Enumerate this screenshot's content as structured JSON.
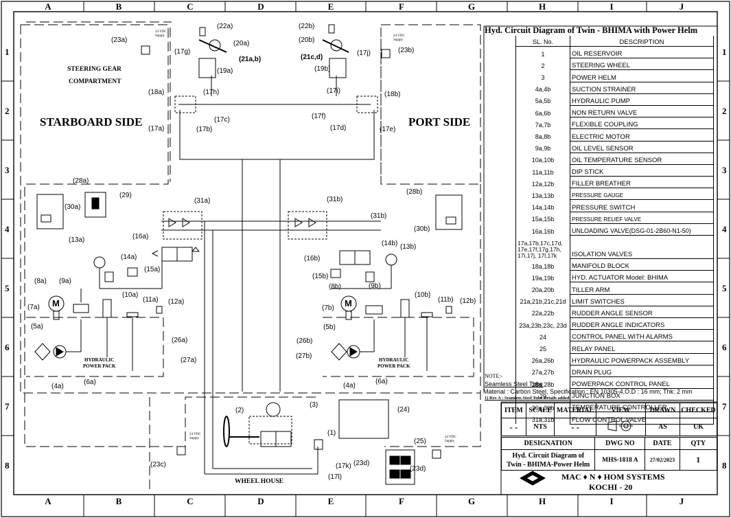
{
  "grid": {
    "columns": [
      "A",
      "B",
      "C",
      "D",
      "E",
      "F",
      "G",
      "H",
      "I",
      "J"
    ],
    "rows": [
      "1",
      "2",
      "3",
      "4",
      "5",
      "6",
      "7",
      "8"
    ]
  },
  "diagram": {
    "title": "Hyd. Circuit Diagram of  Twin - BHIMA with Power Helm",
    "compartment_label_line1": "STEERING GEAR",
    "compartment_label_line2": "COMPARTMENT",
    "starboard_label": "STARBOARD SIDE",
    "port_label": "PORT SIDE",
    "wheel_house_label": "WHEEL HOUSE",
    "supply_label_line1": "24 VDC",
    "supply_label_line2": "Supply",
    "powerpack_label_line1": "HYDRAULIC",
    "powerpack_label_line2": "POWER PACK",
    "callouts": {
      "c22a": "(22a)",
      "c20a": "(20a)",
      "c21ab": "(21a,b)",
      "c23a": "(23a)",
      "c17g": "(17g)",
      "c19a": "(19a)",
      "c17h": "(17h)",
      "c18a": "(18a)",
      "c17c": "(17c)",
      "c17a": "(17a)",
      "c17b": "(17b)",
      "c22b": "(22b)",
      "c20b": "(20b)",
      "c21cd": "(21c,d)",
      "c17j": "(17j)",
      "c23b": "(23b)",
      "c19b": "(19b)",
      "c17i": "(17i)",
      "c18b": "(18b)",
      "c17f": "(17f)",
      "c17d": "(17d)",
      "c17e": "(17e)",
      "c28a": "(28a)",
      "c29": "(29)",
      "c30a": "(30a)",
      "c31a": "(31a)",
      "c31b": "(31b)",
      "c31b2": "(31b)",
      "c28b": "(28b)",
      "c30b": "(30b)",
      "c16a": "(16a)",
      "c16b": "(16b)",
      "c13a": "(13a)",
      "c14a": "(14a)",
      "c15a": "(15a)",
      "c14b": "(14b)",
      "c13b": "(13b)",
      "c15b": "(15b)",
      "c8a": "(8a)",
      "c9a": "(9a)",
      "c10a": "(10a)",
      "c11a": "(11a)",
      "c12a": "(12a)",
      "c7a": "(7a)",
      "c5a": "(5a)",
      "c6a": "(6a)",
      "c4a": "(4a)",
      "c26a": "(26a)",
      "c27a": "(27a)",
      "c8b": "(8b)",
      "c9b": "(9b)",
      "c10b": "(10b)",
      "c11b": "(11b)",
      "c12b": "(12b)",
      "c7b": "(7b)",
      "c5b": "(5b)",
      "c26b": "(26b)",
      "c27b": "(27b)",
      "c4a2": "(4a)",
      "c6a2": "(6a)",
      "c2": "(2)",
      "c3": "(3)",
      "c24": "(24)",
      "c1": "(1)",
      "c25": "(25)",
      "c23c": "(23c)",
      "c23d": "(23d)",
      "c17k": "(17k)",
      "c17l": "(17l)",
      "c23d2": "(23d)"
    }
  },
  "legend": {
    "header_no": "SL. No.",
    "header_desc": "DESCRIPTION",
    "rows": [
      {
        "no": "1",
        "desc": "OIL RESERVOIR"
      },
      {
        "no": "2",
        "desc": "STEERING WHEEL"
      },
      {
        "no": "3",
        "desc": "POWER HELM"
      },
      {
        "no": "4a,4b",
        "desc": "SUCTION STRAINER"
      },
      {
        "no": "5a,5b",
        "desc": "HYDRAULIC PUMP"
      },
      {
        "no": "6a,6b",
        "desc": "NON RETURN VALVE"
      },
      {
        "no": "7a,7b",
        "desc": "FLEXIBLE COUPLING"
      },
      {
        "no": "8a,8b",
        "desc": "ELECTRIC MOTOR"
      },
      {
        "no": "9a,9b",
        "desc": "OIL LEVEL SENSOR"
      },
      {
        "no": "10a,10b",
        "desc": "OIL TEMPERATURE SENSOR"
      },
      {
        "no": "11a,11b",
        "desc": "DIP STICK"
      },
      {
        "no": "12a,12b",
        "desc": "FILLER BREATHER"
      },
      {
        "no": "13a,13b",
        "desc": "PRESSURE GAUGE"
      },
      {
        "no": "14a,14b",
        "desc": "PRESSURE SWITCH"
      },
      {
        "no": "15a,15b",
        "desc": "PRESSURE RELIEF VALVE"
      },
      {
        "no": "16a,16b",
        "desc": "UNLOADING VALVE(DSG-01-2B60-N1-50)"
      },
      {
        "no": "17a,17b,17c,17d, 17e,17f,17g,17h, 17i,17j, 17l,17k",
        "desc": "ISOLATION VALVES"
      },
      {
        "no": "18a,18b",
        "desc": " MANIFOLD BLOCK"
      },
      {
        "no": "19a,19b",
        "desc": "HYD. ACTUATOR Model: BHIMA"
      },
      {
        "no": "20a,20b",
        "desc": "TILLER ARM"
      },
      {
        "no": "21a,21b,21c,21d",
        "desc": "LIMIT SWITCHES"
      },
      {
        "no": "22a,22b",
        "desc": "RUDDER ANGLE SENSOR"
      },
      {
        "no": "23a,23b,23c, 23d",
        "desc": "RUDDER ANGLE INDICATORS"
      },
      {
        "no": "24",
        "desc": "CONTROL PANEL WITH ALARMS"
      },
      {
        "no": "25",
        "desc": "RELAY PANEL"
      },
      {
        "no": "26a,26b",
        "desc": "HYDRAULIC POWERPACK ASSEMBLY"
      },
      {
        "no": "27a,27b",
        "desc": "DRAIN PLUG"
      },
      {
        "no": "28a,28b",
        "desc": "POWERPACK CONTROL PANEL"
      },
      {
        "no": "29",
        "desc": "JUNCTION BOX"
      },
      {
        "no": "30a,30b",
        "desc": "TEMPERATURE CONTROLLER"
      },
      {
        "no": "31a,31b",
        "desc": "FLOW CONTROL VALVE"
      }
    ]
  },
  "note": {
    "label": "NOTE:-",
    "line1": "Seamless Steel Tube",
    "line2": " Material  : Carbon Steel, Specification : EN 10305-4,O.D : 16 mm; Thk: 2 mm",
    "line3": "1)  Rev A : Seamless Steel Tube Details added"
  },
  "title_block": {
    "h_item": "ITEM",
    "h_scale": "SCALE",
    "h_material": "MATERIAL",
    "h_view": "VIEW",
    "h_drawn": "DRAWN",
    "h_checked": "CHECKED",
    "v_item": "- -",
    "v_scale": "NTS",
    "v_material": "- -",
    "v_drawn": "AS",
    "v_checked": "UK",
    "h_designation": "DESIGNATION",
    "h_dwg": "DWG  NO",
    "h_date": "DATE",
    "h_qty": "QTY",
    "designation_line1": "Hyd. Circuit Diagram of",
    "designation_line2": "Twin - BHIMA-Power Helm",
    "dwg_no": "MHS-1818 A",
    "date": "27/02/2023",
    "qty": "1",
    "company": "MAC ♦ N ♦ HOM  SYSTEMS",
    "city": "KOCHI - 20"
  }
}
